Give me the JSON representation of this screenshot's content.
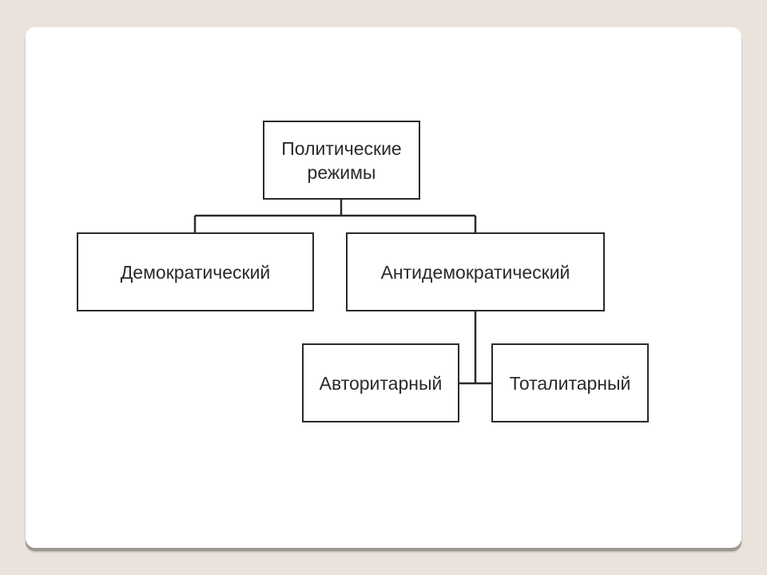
{
  "diagram": {
    "root": {
      "line1": "Политические",
      "line2": "режимы"
    },
    "democratic": "Демократический",
    "antidemocratic": "Антидемократический",
    "authoritarian": "Авторитарный",
    "totalitarian": "Тоталитарный"
  },
  "colors": {
    "background": "#e9e3dc",
    "slide": "#ffffff",
    "stroke": "#2a2a2a"
  }
}
